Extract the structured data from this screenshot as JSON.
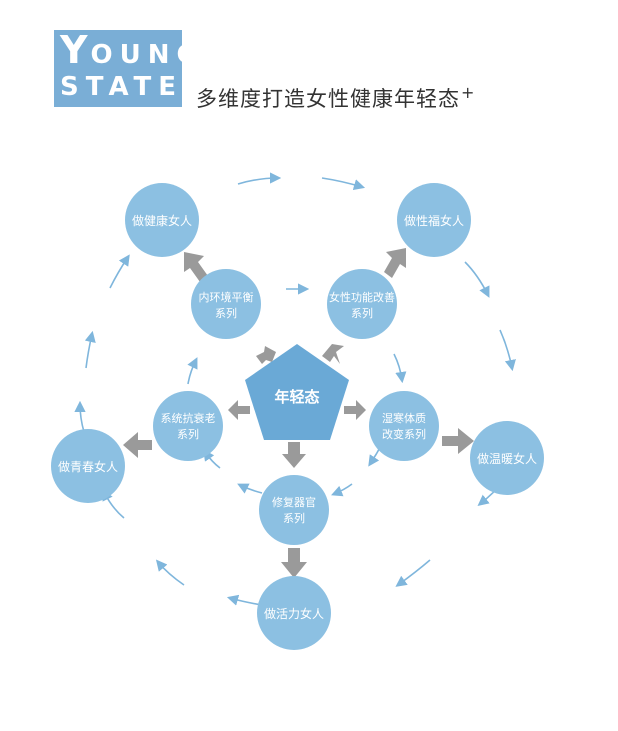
{
  "logo": {
    "line1_first": "Y",
    "line1_rest": "OUNG",
    "line2": "STATE"
  },
  "headline": "多维度打造女性健康年轻态",
  "headline_suffix": "+",
  "center_label": "年轻态",
  "series": {
    "inner_env": [
      "内环境平衡",
      "系列"
    ],
    "female_func": [
      "女性功能改善",
      "系列"
    ],
    "anti_aging": [
      "系统抗衰老",
      "系列"
    ],
    "damp_cold": [
      "湿寒体质",
      "改变系列"
    ],
    "organ_repair": [
      "修复器官",
      "系列"
    ]
  },
  "outcomes": {
    "healthy": "做健康女人",
    "happy": "做性福女人",
    "youthful": "做青春女人",
    "warm": "做温暖女人",
    "vital": "做活力女人"
  },
  "colors": {
    "circle": "#8cc0e2",
    "pentagon": "#6aa9d6",
    "arrow_gray": "#9a9a9a",
    "arrow_blue": "#7fb6dc",
    "logo_bg": "#7aaed6"
  }
}
